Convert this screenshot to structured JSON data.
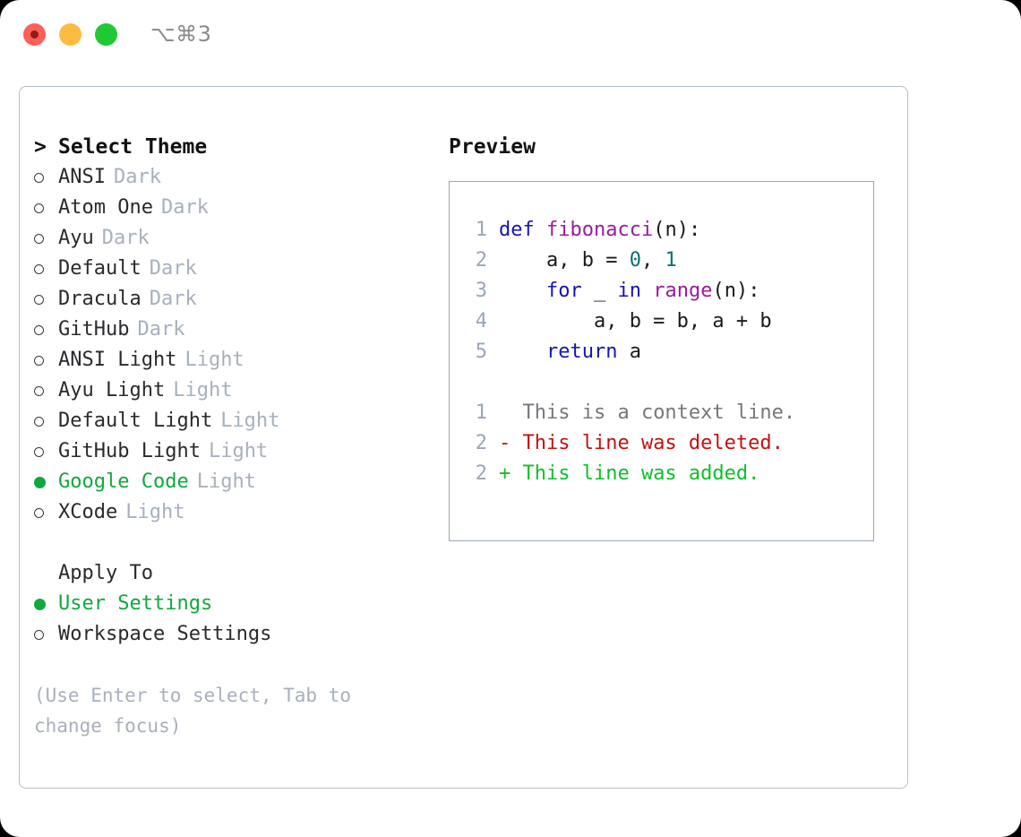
{
  "window": {
    "shortcut_badge": "⌥⌘3",
    "traffic_lights": [
      "close",
      "minimize",
      "maximize"
    ]
  },
  "left_panel": {
    "header": {
      "caret": ">",
      "title": "Select Theme"
    },
    "themes": [
      {
        "name": "ANSI",
        "tag": "Dark",
        "selected": false
      },
      {
        "name": "Atom One",
        "tag": "Dark",
        "selected": false
      },
      {
        "name": "Ayu",
        "tag": "Dark",
        "selected": false
      },
      {
        "name": "Default",
        "tag": "Dark",
        "selected": false
      },
      {
        "name": "Dracula",
        "tag": "Dark",
        "selected": false
      },
      {
        "name": "GitHub",
        "tag": "Dark",
        "selected": false
      },
      {
        "name": "ANSI Light",
        "tag": "Light",
        "selected": false
      },
      {
        "name": "Ayu Light",
        "tag": "Light",
        "selected": false
      },
      {
        "name": "Default Light",
        "tag": "Light",
        "selected": false
      },
      {
        "name": "GitHub Light",
        "tag": "Light",
        "selected": false
      },
      {
        "name": "Google Code",
        "tag": "Light",
        "selected": true
      },
      {
        "name": "XCode",
        "tag": "Light",
        "selected": false
      }
    ],
    "apply_to": {
      "header": "Apply To",
      "options": [
        {
          "name": "User Settings",
          "selected": true
        },
        {
          "name": "Workspace Settings",
          "selected": false
        }
      ]
    },
    "hint": "(Use Enter to select, Tab to change focus)"
  },
  "right_panel": {
    "title": "Preview",
    "code_lines": [
      {
        "no": "1",
        "tokens": [
          {
            "t": "def ",
            "c": "kw"
          },
          {
            "t": "fibonacci",
            "c": "fn"
          },
          {
            "t": "(n):",
            "c": "pl"
          }
        ]
      },
      {
        "no": "2",
        "tokens": [
          {
            "t": "    a, b = ",
            "c": "pl"
          },
          {
            "t": "0",
            "c": "num"
          },
          {
            "t": ", ",
            "c": "pl"
          },
          {
            "t": "1",
            "c": "num"
          }
        ]
      },
      {
        "no": "3",
        "tokens": [
          {
            "t": "    ",
            "c": "pl"
          },
          {
            "t": "for",
            "c": "kw"
          },
          {
            "t": " _ ",
            "c": "pl"
          },
          {
            "t": "in",
            "c": "kw"
          },
          {
            "t": " ",
            "c": "pl"
          },
          {
            "t": "range",
            "c": "fn"
          },
          {
            "t": "(n):",
            "c": "pl"
          }
        ]
      },
      {
        "no": "4",
        "tokens": [
          {
            "t": "        a, b = b, a + b",
            "c": "pl"
          }
        ]
      },
      {
        "no": "5",
        "tokens": [
          {
            "t": "    ",
            "c": "pl"
          },
          {
            "t": "return",
            "c": "kw"
          },
          {
            "t": " a",
            "c": "pl"
          }
        ]
      }
    ],
    "diff_lines": [
      {
        "no": "1",
        "marker": " ",
        "text": " This is a context line.",
        "kind": "ctx"
      },
      {
        "no": "2",
        "marker": "-",
        "text": " This line was deleted.",
        "kind": "del"
      },
      {
        "no": "2",
        "marker": "+",
        "text": " This line was added.",
        "kind": "add"
      }
    ]
  },
  "colors": {
    "accent_green": "#11a83d",
    "muted": "#a8b0bd",
    "keyword": "#1515b0",
    "function": "#9b1a9b",
    "number": "#0b7070",
    "diff_deleted": "#c01212",
    "diff_added": "#0fc02a",
    "border": "#9aa6b8",
    "traffic_close": "#ff6058",
    "traffic_minimize": "#fdbc40",
    "traffic_maximize": "#20c932"
  }
}
